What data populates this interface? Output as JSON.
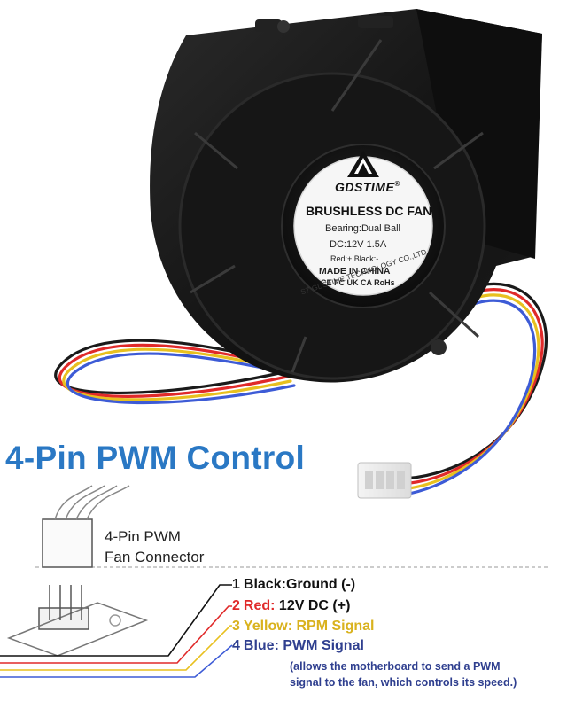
{
  "product": {
    "brand": "GDSTIME",
    "registered_mark": "®",
    "label_title": "BRUSHLESS DC FAN",
    "label_bearing": "Bearing:Dual Ball",
    "label_rating": "DC:12V  1.5A",
    "label_wires": "Red:+,Black:-",
    "label_origin": "MADE IN CHINA",
    "label_certs": "CE FC UK CA RoHs",
    "label_company": "SZ GDSTIME TECHNOLOGY CO.,LTD"
  },
  "diagram": {
    "headline": "4-Pin PWM Control",
    "connector_label_line1": "4-Pin PWM",
    "connector_label_line2": "Fan Connector",
    "pins": [
      {
        "number": "1",
        "name": "Black:",
        "function": "Ground (-)",
        "color": "#111111"
      },
      {
        "number": "2",
        "name": "Red:",
        "function": "12V DC (+)",
        "color": "#e02a2a"
      },
      {
        "number": "3",
        "name": "Yellow:",
        "function": "RPM Signal",
        "color": "#d9b21e"
      },
      {
        "number": "4",
        "name": "Blue:",
        "function": "PWM Signal",
        "color": "#2f3f8f"
      }
    ],
    "note_line1": "(allows the motherboard to send a PWM",
    "note_line2": "signal to the fan, which controls its speed.)"
  },
  "colors": {
    "headline": "#2a78c4",
    "fan_body": "#141414",
    "wire_black": "#1a1a1a",
    "wire_red": "#e02a2a",
    "wire_yellow": "#e8c01f",
    "wire_blue": "#3d5bd6"
  }
}
